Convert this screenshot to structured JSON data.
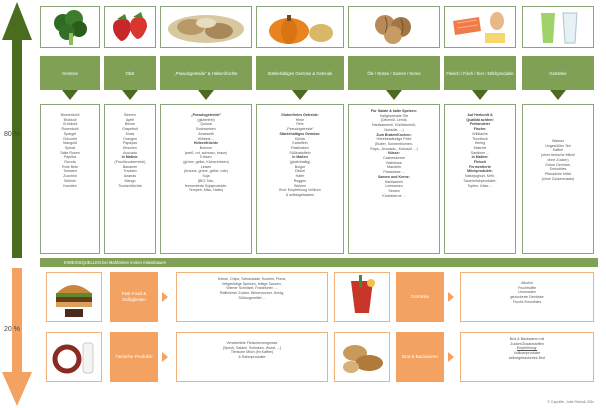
{
  "percent_80": "80 %",
  "percent_20": "20 %",
  "food_groups": [
    {
      "key": "vegetables",
      "image": "broccoli",
      "title": "Gemüse",
      "lines": [
        "Blumenkohl",
        "Brokkoli",
        "Grünkohl",
        "Rosenkohl",
        "Spargel",
        "Chicorée",
        "Mangold",
        "Spinat",
        "Salte Rosen",
        "Paprika",
        "Rucola",
        "Rote Bete",
        "Tomaten",
        "Zucchini",
        "Sellerie",
        "Karotten"
      ]
    },
    {
      "key": "fruit",
      "image": "strawberries",
      "title": "Obst",
      "lines": [
        "Beeren",
        "Apfel",
        "Birnen",
        "Grapefruit",
        "Kiwis",
        "Orangen",
        "Papayas",
        "Kirschen",
        "Avocado",
        "",
        "In Maßen:",
        "(Fruchtzuckerreich)",
        "",
        "Bananen",
        "Trauben",
        "Ananas",
        "Mango",
        "Trockenfrüchte"
      ]
    },
    {
      "key": "pseudo-grains",
      "image": "grains",
      "title": "„Pseudogetreide\" & Hülsenfrüchte",
      "lines": [
        "„Pseudogetreide\"",
        "(glutenfrei)",
        "",
        "Quinoa",
        "Buchweizen",
        "Amaranth",
        "Wildreis ...",
        "",
        "Hülsenfrüchte",
        "Bohnen",
        "(weiß, rot, schwarz, braun)",
        "Erbsen",
        "(grüne, gelbe, Kichererbsen)",
        "Linsen",
        "(braune, grüne, gelbe, rote)",
        "Soja",
        "(BIO-Tofu,",
        "fermentierte Sojaprodukte:",
        "Tempeh, Miso, Natto)"
      ]
    },
    {
      "key": "starchy",
      "image": "pumpkin",
      "title": "Stärkehaltiges Gemüse & Getreide",
      "lines": [
        "Glutenfreies Getreide:",
        "Hirse",
        "Reis",
        "„Pseudogetreide\"",
        "",
        "Stärkehaltiges Gemüse:",
        "Kürbis",
        "Kartoffeln",
        "Pastinaken",
        "Süßkartoffeln",
        "",
        "In Maßen",
        "(glutenhaltig)",
        "",
        "Bulgur",
        "Dinkel",
        "Hafer",
        "Roggen",
        "Weizen",
        "Brot: Empfehlung Vollkorn",
        "& selbstgebacken"
      ]
    },
    {
      "key": "oils-nuts",
      "image": "walnuts",
      "title": "Öle / Nüsse / Samen / Kerne",
      "lines": [
        "Für Salate & kalte Speisen:",
        "Kaltgepresste Öle",
        "(Olivenöl, Leinöl,",
        "Hanfsamenöl, Kürbiskernöl,",
        "Nussöle, ...)",
        "",
        "Zum Braten/Kochen:",
        "Hitzebeständige Fette",
        "(Butter, Sonnenblumen-",
        "Raps-, Avocado-, Kokosöl, ...)",
        "",
        "Nüsse:",
        "Cashewkerne",
        "Walnüsse",
        "Mandeln",
        "Paranüsse ...",
        "",
        "Samen und Kerne:",
        "Hanfsamen",
        "Leinsamen",
        "Sesam",
        "Kürbiskerne ..."
      ]
    },
    {
      "key": "animal",
      "image": "salmon-egg",
      "title": "Fleisch / Fisch / Eier / Milchprodukte",
      "lines": [
        "Auf Herkunft &",
        "Qualität achten!",
        "",
        "Freilandeier",
        "",
        "Fische:",
        "Wildlachs",
        "Thunfisch",
        "Hering",
        "Makrele",
        "Sardinen ...",
        "",
        "In Maßen:",
        "",
        "Fleisch",
        "",
        "Fermentierte",
        "Milchprodukte:",
        "Naturjoghurt, Kefir,",
        "Sauermilchprodukte,",
        "Topfen, Käse ..."
      ]
    },
    {
      "key": "drinks",
      "image": "glasses",
      "title": "Getränke",
      "lines": [
        "Wasser",
        "",
        "Ungesüßter Tee",
        "",
        "Kaffee",
        "(ohne tierische Milch/",
        "ohne Zucker)",
        "",
        "Grüne Gemüse-",
        "Smoothies",
        "",
        "Pflanzliche Milch",
        "(ohne Zuckerzusatz)"
      ]
    }
  ],
  "protein_bar_text": "EIWEISSQUELLEN bei Mahlzeiten immer miteinbauen",
  "treats": [
    {
      "key": "fastfood",
      "image": "burger",
      "label": "Fast Food & Süßigkeiten",
      "lines": [
        "Kekse, Chips, Schokolade, Kuchen, Pizza,",
        "fettgebildige Speisen, fettige Saucen,",
        "Wiener Schnitzel, Frankfurter, ...",
        "",
        "Raffinierter Zucker, Birkenzucker, Honig,",
        "Süßungsmittel ..."
      ]
    },
    {
      "key": "drinks-sweet",
      "image": "cocktail",
      "label": "Getränke",
      "lines": [
        "Alkohol",
        "Fruchtsäfte",
        "Limonaden",
        "gezuckerte Getränke",
        "Frucht-Smoothies"
      ]
    },
    {
      "key": "processed",
      "image": "sausage-milk",
      "label": "Tierische Produkte",
      "lines": [
        "Verarbeitete Fleischerzeugnisse",
        "(Speck, Salami, Schinken, Wurst, ...)",
        "",
        "Tierische Milch (im Kaffee)",
        "& Rahmprodukte"
      ]
    },
    {
      "key": "bread",
      "image": "bread",
      "label": "Brot & Backwaren",
      "lines": [
        "Brot & Backwaren mit",
        "Zucker/Zusatzstoffen",
        "",
        "Empfehlung:",
        "Vollkornprodukte",
        "selbstgebackenes Brot"
      ]
    }
  ],
  "copyright": "© Capulife, Julia Steindl, BSc",
  "colors": {
    "green": "#7fa055",
    "dark_green": "#4b6b1f",
    "orange": "#f4a261"
  }
}
